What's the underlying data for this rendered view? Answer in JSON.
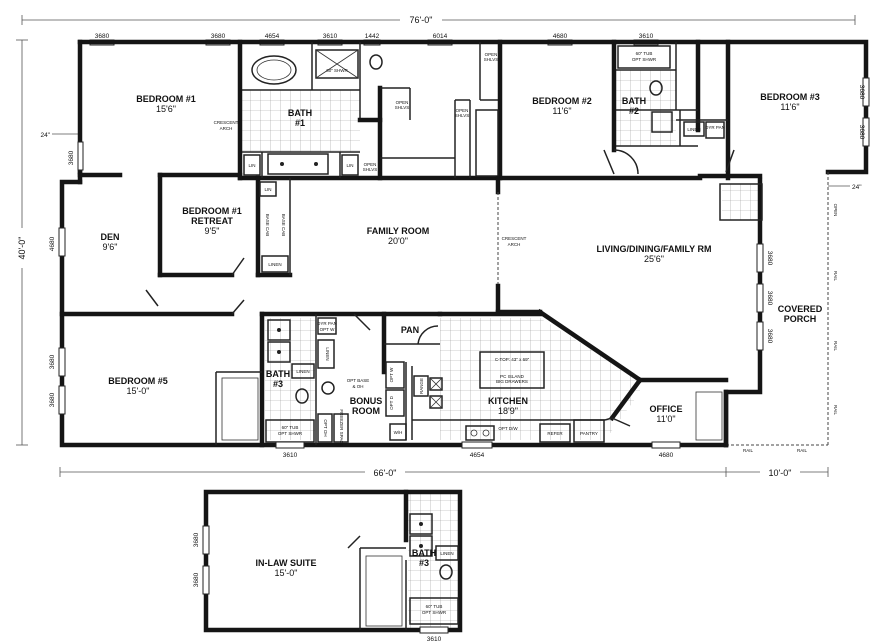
{
  "overall": {
    "width_top": "76'-0\"",
    "depth": "40'-0\"",
    "width_bottom": "66'-0\"",
    "porch_width": "10'-0\"",
    "overhang_left": "24\"",
    "overhang_right": "24\""
  },
  "rooms": {
    "bedroom1": {
      "name": "BEDROOM #1",
      "size": "15'6\""
    },
    "bedroom1_retreat": {
      "name1": "BEDROOM #1",
      "name2": "RETREAT",
      "size": "9'5\""
    },
    "bath1": {
      "name1": "BATH",
      "name2": "#1"
    },
    "bedroom2": {
      "name": "BEDROOM #2",
      "size": "11'6\""
    },
    "bath2": {
      "name1": "BATH",
      "name2": "#2"
    },
    "bedroom3": {
      "name": "BEDROOM #3",
      "size": "11'6\""
    },
    "den": {
      "name": "DEN",
      "size": "9'6\""
    },
    "family": {
      "name": "FAMILY ROOM",
      "size": "20'0\""
    },
    "living": {
      "name": "LIVING/DINING/FAMILY RM",
      "size": "25'6\""
    },
    "bedroom5": {
      "name": "BEDROOM #5",
      "size": "15'-0\""
    },
    "bath3": {
      "name1": "BATH",
      "name2": "#3"
    },
    "bonus": {
      "name1": "BONUS",
      "name2": "ROOM"
    },
    "pan": {
      "name": "PAN"
    },
    "kitchen": {
      "name": "KITCHEN",
      "size": "18'9\""
    },
    "office": {
      "name": "OFFICE",
      "size": "11'0\""
    },
    "porch": {
      "name1": "COVERED",
      "name2": "PORCH"
    },
    "inlaw": {
      "name": "IN-LAW SUITE",
      "size": "15'-0\""
    },
    "inlaw_bath": {
      "name1": "BATH",
      "name2": "#3"
    }
  },
  "labels": {
    "crescent_arch": "CRESCENT ARCH",
    "crescent": "CRESCENT",
    "arch": "ARCH",
    "lin": "LIN",
    "linen": "LINEN",
    "base_cab": "BASE CAB",
    "open_shlvs": "OPEN SHLVS",
    "open": "OPEN",
    "shlvs": "SHLVS",
    "opt_shwr_60": "60\" SHWR",
    "tub_60": "60\" TUB",
    "opt_shwr": "OPT SHWR",
    "dyr_pan": "DYR PAN",
    "opt_w": "OPT W",
    "opt_d": "OPT D",
    "opt_base_oh": "OPT BASE",
    "oh": "& OH",
    "opt_oh": "OPT OH",
    "freezer_space": "FREEZER SPACE",
    "wh": "W/H",
    "range": "RANGE",
    "ctop": "C-TOP: 43\" x 69\"",
    "pc_island": "PC ISLAND",
    "big_drawers": "BIG DRAWERS",
    "opt_dw": "OPT D/W",
    "refer": "REFER",
    "pantry": "PANTRY",
    "rail": "RAIL"
  },
  "dims_top": [
    "3680",
    "3680",
    "4654",
    "3610",
    "1442",
    "6014",
    "4680",
    "3610"
  ],
  "dims_right": [
    "3680",
    "3680"
  ],
  "dims_left_upper": "3680",
  "dims_left_den": "4680",
  "dims_left_b5": [
    "3680",
    "3680"
  ],
  "dims_living_right": [
    "3680",
    "3680",
    "3680"
  ],
  "dims_bottom": [
    "3610",
    "4654",
    "4680"
  ],
  "dims_inlaw_left": [
    "3680",
    "3680"
  ],
  "dims_inlaw_bottom": "3610"
}
